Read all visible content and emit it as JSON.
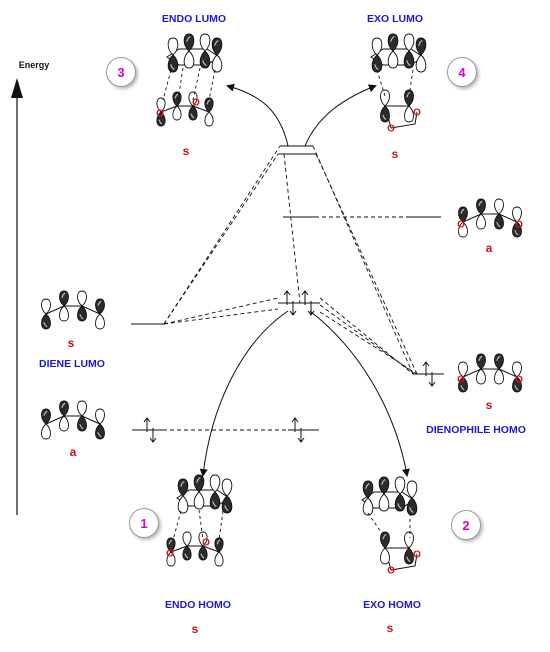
{
  "axis": {
    "label": "Energy"
  },
  "labels": {
    "endo_lumo": "ENDO LUMO",
    "exo_lumo": "EXO LUMO",
    "endo_homo": "ENDO HOMO",
    "exo_homo": "EXO HOMO",
    "diene_lumo": "DIENE LUMO",
    "dienophile_homo": "DIENOPHILE HOMO"
  },
  "symmetry": {
    "endo_lumo": "s",
    "exo_lumo": "s",
    "endo_homo": "s",
    "exo_homo": "s",
    "diene_lumo": "s",
    "diene_homo": "a",
    "dienophile_lumo": "a",
    "dienophile_homo": "s"
  },
  "badges": {
    "endo_lumo": "3",
    "exo_lumo": "4",
    "endo_homo": "1",
    "exo_homo": "2"
  },
  "atoms": {
    "oxygen": "O"
  },
  "colors": {
    "title_blue": "#1a1adc",
    "symmetry_red": "#d01010",
    "badge_magenta": "#e000d0",
    "oxygen_red": "#e01010"
  }
}
